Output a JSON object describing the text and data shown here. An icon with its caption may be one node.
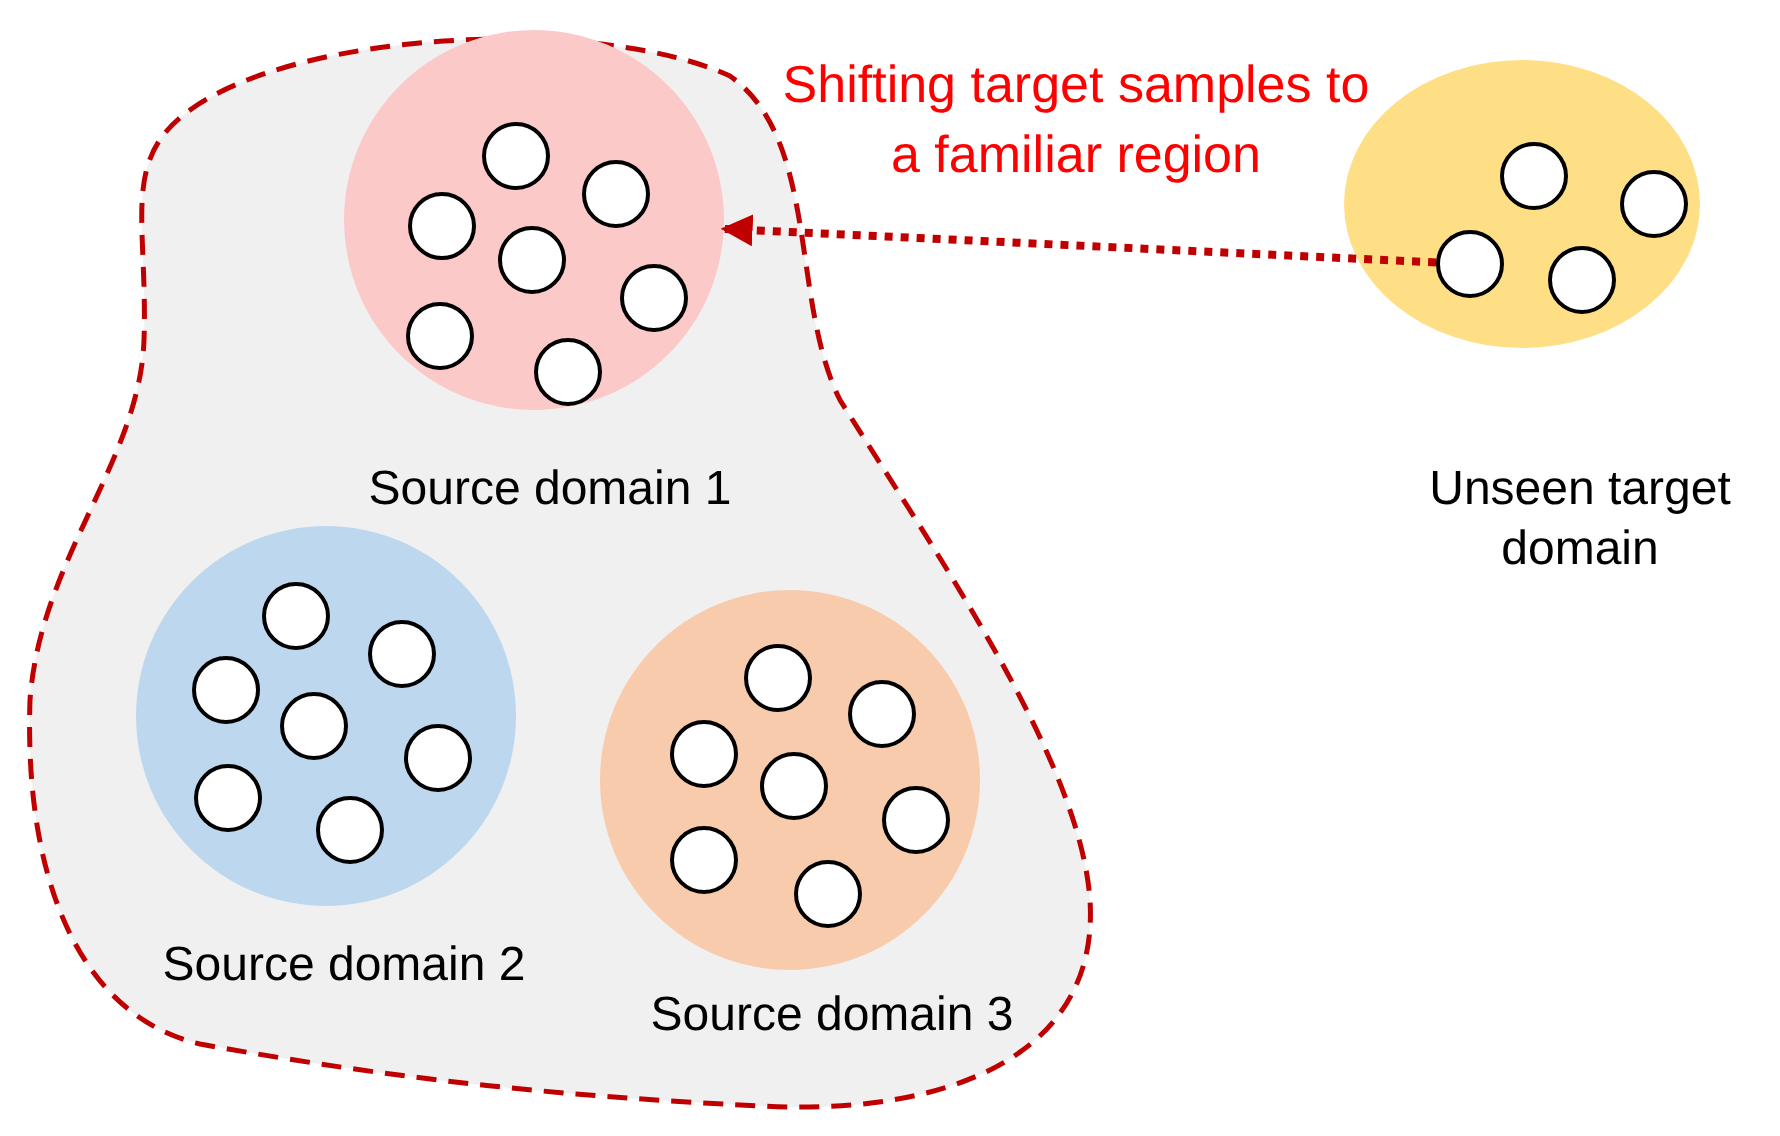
{
  "diagram": {
    "nodes": [
      {
        "text": [],
        "shape": "blob"
      },
      {
        "text": [
          "Source domain 1"
        ],
        "in": 0
      },
      {
        "text": [],
        "shape": "circle",
        "in": 1
      },
      {
        "text": [],
        "shape": "circle",
        "in": 1
      },
      {
        "text": [],
        "shape": "circle",
        "in": 1
      },
      {
        "text": [],
        "shape": "circle",
        "in": 1
      },
      {
        "text": [],
        "shape": "circle",
        "in": 1
      },
      {
        "text": [],
        "shape": "circle",
        "in": 1
      },
      {
        "text": [],
        "shape": "circle",
        "in": 1
      },
      {
        "text": [
          "Unseen target domain"
        ]
      },
      {
        "text": [],
        "shape": "circle",
        "in": 9
      },
      {
        "text": [],
        "shape": "circle",
        "in": 9
      },
      {
        "text": [],
        "shape": "circle",
        "in": 9
      },
      {
        "text": [],
        "shape": "circle",
        "in": 9
      },
      {
        "text": [
          "Source domain 2"
        ],
        "in": 0
      },
      {
        "text": [],
        "shape": "circle",
        "in": 14
      },
      {
        "text": [],
        "shape": "circle",
        "in": 14
      },
      {
        "text": [],
        "shape": "circle",
        "in": 14
      },
      {
        "text": [],
        "shape": "circle",
        "in": 14
      },
      {
        "text": [],
        "shape": "circle",
        "in": 14
      },
      {
        "text": [],
        "shape": "circle",
        "in": 14
      },
      {
        "text": [],
        "shape": "circle",
        "in": 14
      },
      {
        "text": [
          "Source domain 3"
        ],
        "in": 0
      },
      {
        "text": [],
        "shape": "circle",
        "in": 22
      },
      {
        "text": [],
        "shape": "circle",
        "in": 22
      },
      {
        "text": [],
        "shape": "circle",
        "in": 22
      },
      {
        "text": [],
        "shape": "circle",
        "in": 22
      },
      {
        "text": [],
        "shape": "circle",
        "in": 22
      },
      {
        "text": [],
        "shape": "circle",
        "in": 22
      },
      {
        "text": [],
        "shape": "circle",
        "in": 22
      }
    ],
    "edges": [
      {
        "from": 12,
        "to": 1,
        "arrow": "to",
        "label": "Shifting target samples to a familiar region",
        "style": "dashed",
        "color": "#c00000"
      }
    ]
  }
}
